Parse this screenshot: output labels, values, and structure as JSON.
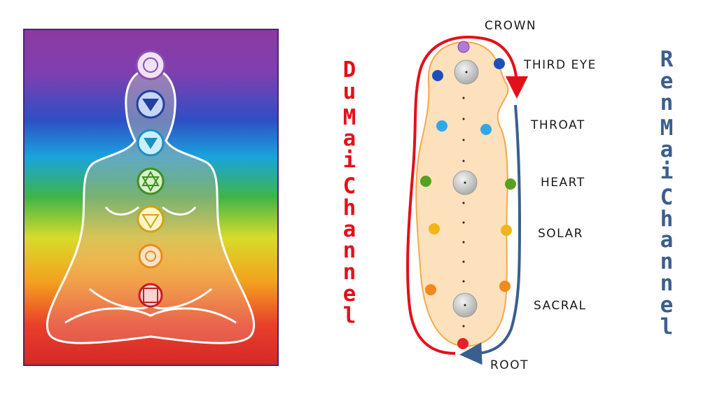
{
  "labels": {
    "crown": "CROWN",
    "third_eye": "THIRD EYE",
    "throat": "THROAT",
    "heart": "HEART",
    "solar": "SOLAR",
    "sacral": "SACRAL",
    "root": "ROOT"
  },
  "channels": {
    "du_mai": {
      "words": [
        "Du",
        "Mai",
        "Channel"
      ],
      "color": "#e3101a"
    },
    "ren_mai": {
      "words": [
        "Ren",
        "Mai",
        "Channel"
      ],
      "color": "#3a5f8f"
    }
  },
  "colors": {
    "crown": "#b07ad8",
    "third_eye": "#1d4fbf",
    "throat": "#2fa9e6",
    "heart": "#58a021",
    "solar": "#f2b418",
    "sacral": "#f08a1c",
    "root": "#e8202a",
    "body_fill": "#fde1bd",
    "body_stroke": "#f5a94d"
  }
}
